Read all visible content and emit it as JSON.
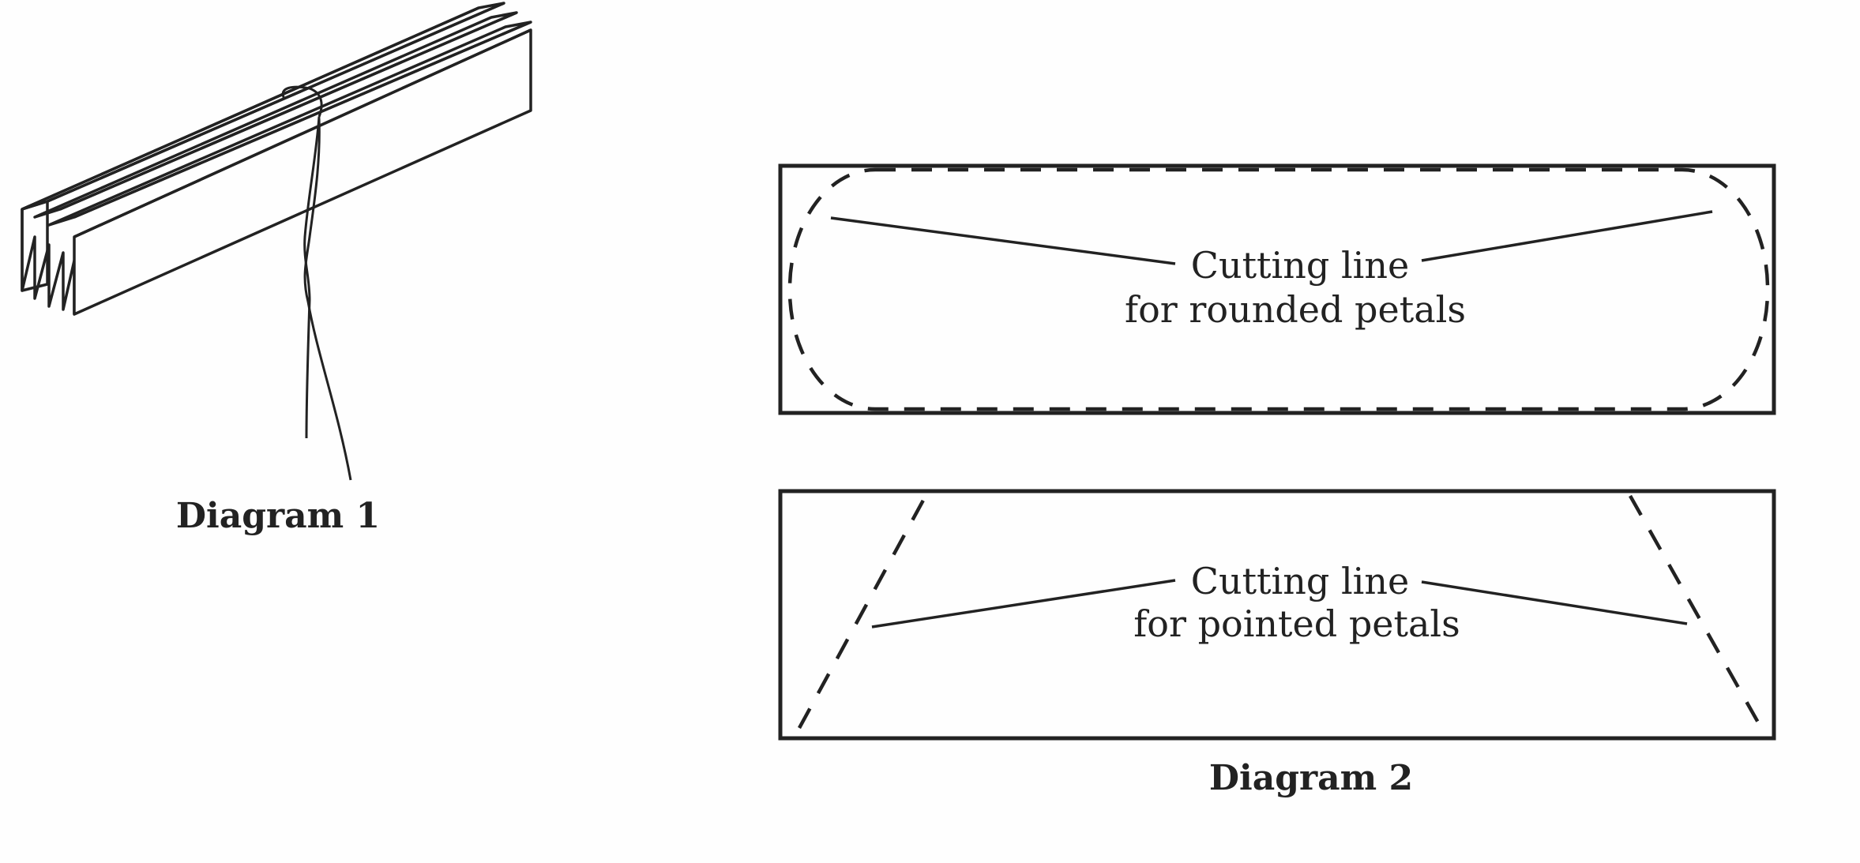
{
  "diagram1": {
    "caption": "Diagram 1"
  },
  "diagram2": {
    "caption": "Diagram 2",
    "rounded": {
      "label_line1": "Cutting line",
      "label_line2": "for rounded petals"
    },
    "pointed": {
      "label_line1": "Cutting line",
      "label_line2": "for pointed petals"
    }
  },
  "colors": {
    "ink": "#222222",
    "paper": "#fefefe"
  }
}
